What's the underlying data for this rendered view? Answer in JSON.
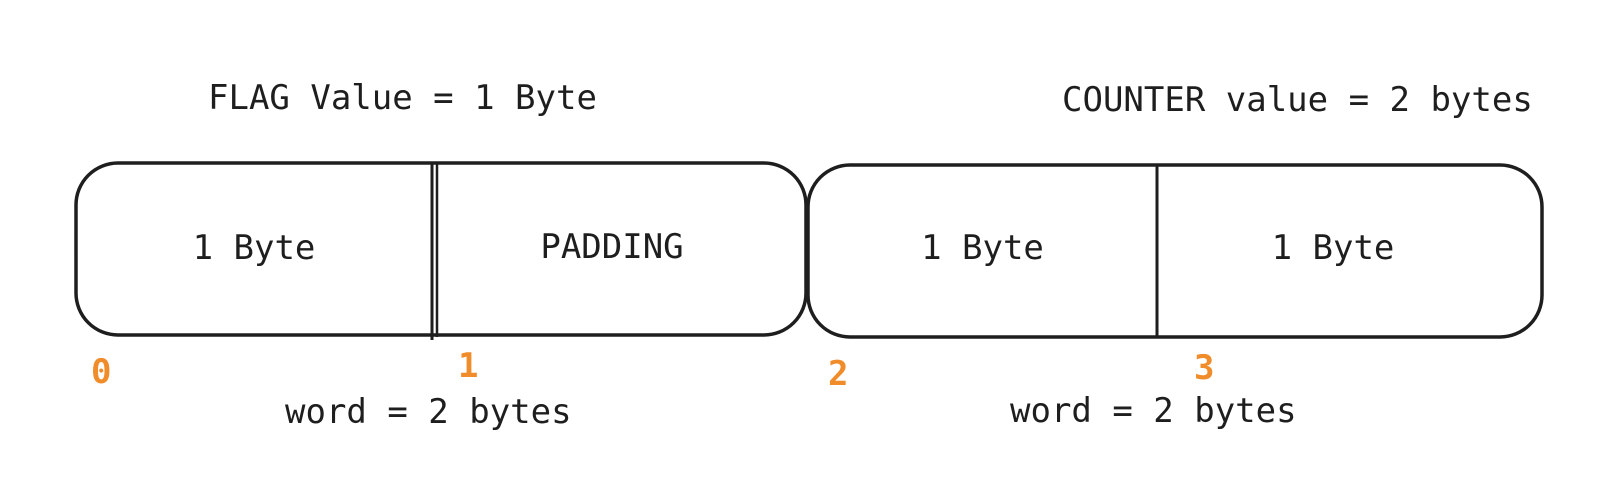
{
  "labels": {
    "flag_value": "FLAG Value = 1 Byte",
    "counter_value": "COUNTER value = 2 bytes",
    "word_left": "word = 2 bytes",
    "word_right": "word = 2 bytes"
  },
  "cells": [
    {
      "label": "1 Byte"
    },
    {
      "label": "PADDING"
    },
    {
      "label": "1 Byte"
    },
    {
      "label": "1 Byte"
    }
  ],
  "offsets": [
    "0",
    "1",
    "2",
    "3"
  ],
  "colors": {
    "stroke": "#1e1e1e",
    "offset": "#f08c2a",
    "background": "#ffffff"
  }
}
